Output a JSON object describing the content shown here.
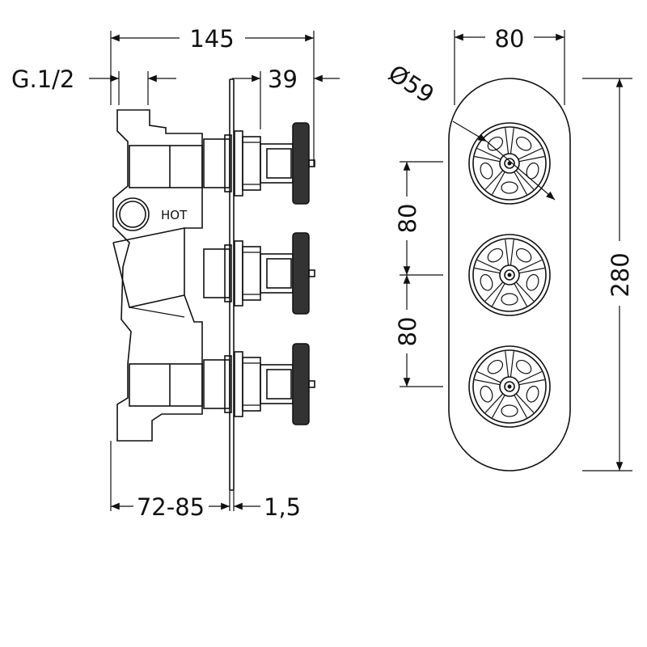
{
  "dimensions": {
    "overall_depth": "145",
    "inlet_thread": "G.1/2",
    "handle_projection": "39",
    "faceplate_width": "80",
    "handle_diameter": "Ø59",
    "spacing_top": "80",
    "spacing_bottom": "80",
    "faceplate_height": "280",
    "wall_depth_range": "72-85",
    "plate_thickness": "1,5"
  },
  "labels": {
    "hot_inlet": "HOT"
  },
  "colors": {
    "line": "#111111",
    "background": "#ffffff"
  }
}
